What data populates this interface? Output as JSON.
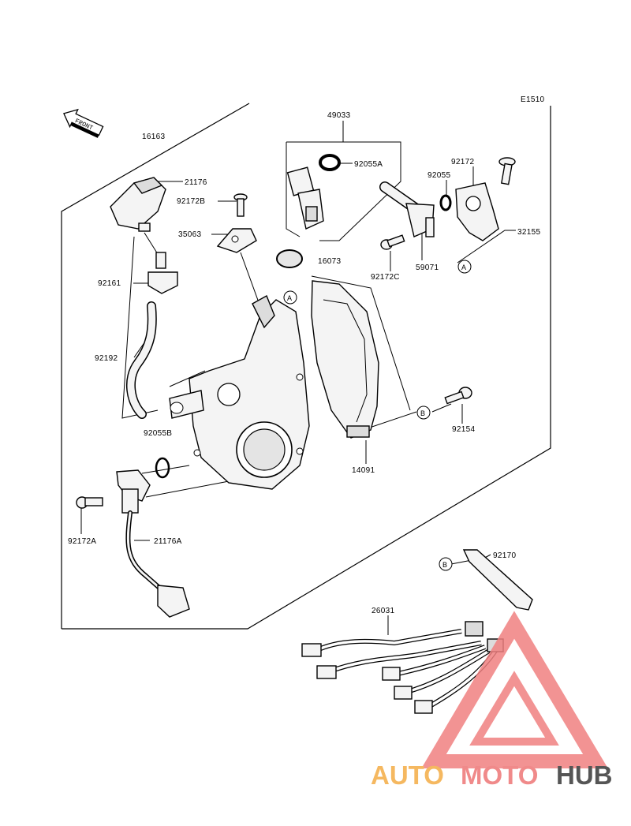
{
  "diagram": {
    "code": "E1510",
    "front_label": "FRONT",
    "callouts": [
      "A",
      "B"
    ],
    "labels": {
      "p16163": "16163",
      "p49033": "49033",
      "p21176": "21176",
      "p92172b": "92172B",
      "p35063": "35063",
      "p92055a": "92055A",
      "p16073": "16073",
      "p92172": "92172",
      "p92055": "92055",
      "p32155": "32155",
      "p59071": "59071",
      "p92172c": "92172C",
      "p92161": "92161",
      "p92192": "92192",
      "p92055b": "92055B",
      "p14091": "14091",
      "p92154": "92154",
      "p92172a": "92172A",
      "p21176a": "21176A",
      "p92170": "92170",
      "p26031": "26031"
    }
  },
  "watermark": {
    "part1": "AUTO",
    "part2": "MOTO",
    "part3": "HUB",
    "triangle_color": "#f08080",
    "text_color_1": "#f5b860",
    "text_color_2": "#f08a8a",
    "text_color_3": "#555555"
  }
}
